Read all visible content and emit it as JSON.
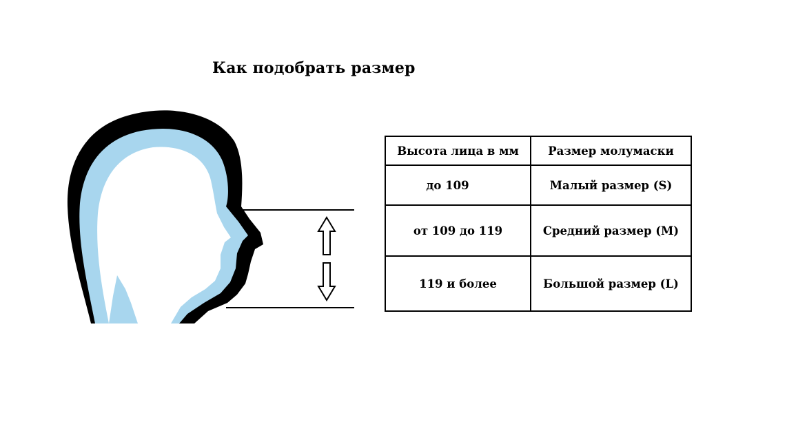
{
  "page": {
    "title": "Как подобрать размер"
  },
  "size_table": {
    "headers": [
      "Высота лица в мм",
      "Размер молумаски"
    ],
    "rows": [
      [
        "до 109",
        "Малый размер (S)"
      ],
      [
        "от 109 до 119",
        "Средний размер (M)"
      ],
      [
        "119 и более",
        "Большой размер (L)"
      ]
    ]
  },
  "illustration": {
    "icons": [
      "head-silhouette-icon",
      "arrow-up-icon",
      "arrow-down-icon"
    ],
    "colors": {
      "outline": "#000000",
      "inner": "#a8d6ee",
      "background": "#ffffff"
    }
  }
}
